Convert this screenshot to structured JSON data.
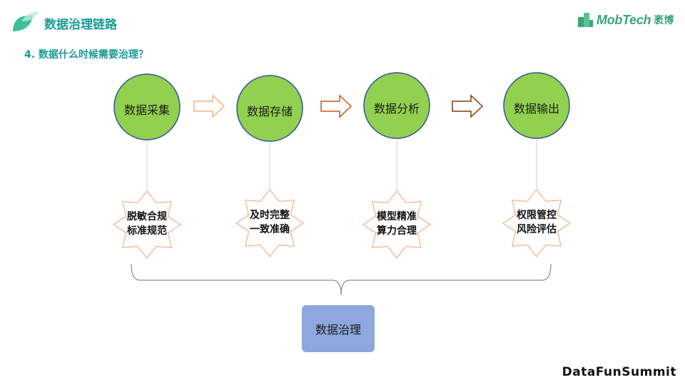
{
  "header": {
    "title": "数据治理链路"
  },
  "subtitle": "4. 数据什么时候需要治理？",
  "brand": {
    "name": "MobTech",
    "name_cn": "袤博"
  },
  "footer": "DataFunSummit",
  "stages": [
    {
      "label": "数据采集",
      "goal_line1": "脱敏合规",
      "goal_line2": "标准规范"
    },
    {
      "label": "数据存储",
      "goal_line1": "及时完整",
      "goal_line2": "一致准确"
    },
    {
      "label": "数据分析",
      "goal_line1": "模型精准",
      "goal_line2": "算力合理"
    },
    {
      "label": "数据输出",
      "goal_line1": "权限管控",
      "goal_line2": "风险评估"
    }
  ],
  "governance": {
    "label": "数据治理"
  },
  "colors": {
    "accent": "#1a9a96",
    "circle_fill": "#92d050",
    "circle_stroke": "#2f5597",
    "arrow_light": "#f4b183",
    "arrow_dark": "#c55a11",
    "star_stroke": "#f4b183",
    "governance_fill": "#8ea8de"
  }
}
